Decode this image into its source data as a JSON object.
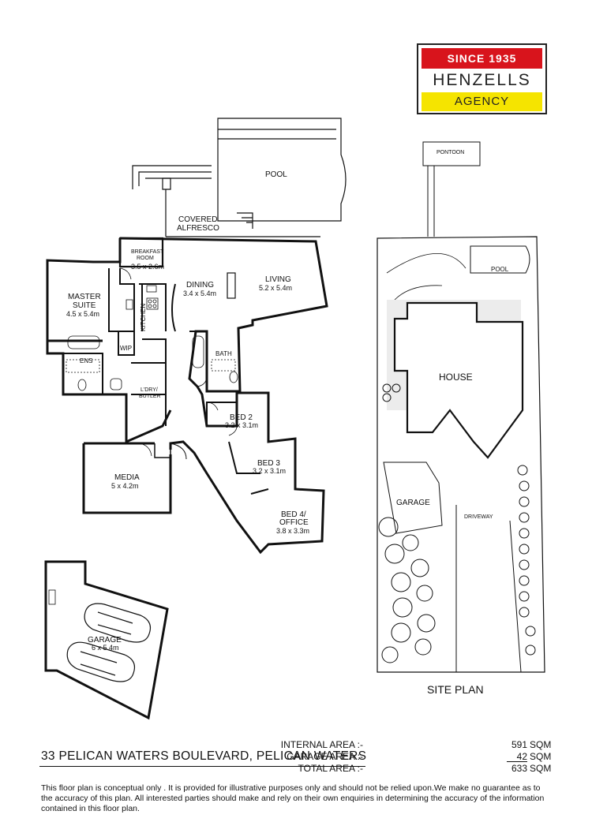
{
  "logo": {
    "since": "SINCE 1935",
    "name": "HENZELLS",
    "agency": "AGENCY"
  },
  "rooms": {
    "pool": "POOL",
    "covered_alfresco_1": "COVERED",
    "covered_alfresco_2": "ALFRESCO",
    "breakfast_room_1": "BREAKFAST",
    "breakfast_room_2": "ROOM",
    "breakfast_room_dim": "3.5 x 2.6m",
    "dining": "DINING",
    "dining_dim": "3.4 x 5.4m",
    "living": "LIVING",
    "living_dim": "5.2 x 5.4m",
    "master_1": "MASTER",
    "master_2": "SUITE",
    "master_dim": "4.5 x 5.4m",
    "kitchen": "KITCHEN",
    "wip": "WIP",
    "ens": "ENS",
    "bath": "BATH",
    "ldry_1": "L'DRY/",
    "ldry_2": "BUTLER",
    "bed2": "BED 2",
    "bed2_dim": "3.2 x 3.1m",
    "bed3": "BED 3",
    "bed3_dim": "3.2 x 3.1m",
    "bed4_1": "BED 4/",
    "bed4_2": "OFFICE",
    "bed4_dim": "3.8 x 3.3m",
    "media": "MEDIA",
    "media_dim": "5 x 4.2m",
    "garage": "GARAGE",
    "garage_dim": "6 x 5.4m"
  },
  "site_plan": {
    "pontoon": "PONTOON",
    "pool": "POOL",
    "house": "HOUSE",
    "garage": "GARAGE",
    "driveway": "DRIVEWAY",
    "label": "SITE PLAN"
  },
  "address": "33 PELICAN WATERS BOULEVARD, PELICAN WATERS",
  "areas": [
    {
      "label": "INTERNAL AREA :-",
      "value": "591",
      "unit": "SQM"
    },
    {
      "label": "GARAGE AREA :-",
      "value": "42",
      "unit": "SQM"
    },
    {
      "label": "TOTAL AREA :-",
      "value": "633",
      "unit": "SQM"
    }
  ],
  "disclaimer": "This floor plan  is conceptual only . It is provided for illustrative purposes only and should not be relied upon.We make no guarantee as to the accuracy of this plan. All interested parties should make and rely on their own enquiries in determining the accuracy of the information contained in this floor plan."
}
